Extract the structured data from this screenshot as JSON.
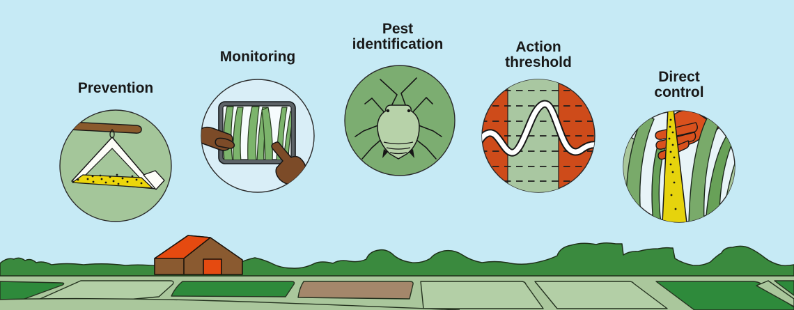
{
  "steps": [
    {
      "name": "prevention",
      "label_line1": "Prevention",
      "label_line2": "",
      "icon": "pheromone-trap-icon"
    },
    {
      "name": "monitoring",
      "label_line1": "Monitoring",
      "label_line2": "",
      "icon": "tablet-crop-photo-icon"
    },
    {
      "name": "pest-identification",
      "label_line1": "Pest",
      "label_line2": "identification",
      "icon": "aphid-icon"
    },
    {
      "name": "action-threshold",
      "label_line1": "Action",
      "label_line2": "threshold",
      "icon": "threshold-graph-icon"
    },
    {
      "name": "direct-control",
      "label_line1": "Direct",
      "label_line2": "control",
      "icon": "sticky-strip-hand-icon"
    }
  ],
  "palette": {
    "sky": "#c6eaf5",
    "circle_sage_green": "#a4c69a",
    "circle_dark_green": "#7cad71",
    "circle_light_blue": "#d9eef7",
    "circle_off_white": "#e8f4f8",
    "threshold_red": "#ce4b1a",
    "threshold_band_green": "#a9c7a1",
    "hedge_green": "#3a8a3e",
    "field_sage": "#aac79c",
    "field_sage_light": "#b3cfa6",
    "field_dark_green": "#2e8a3b",
    "field_brown": "#a4876b",
    "barn_brown": "#8a5a30",
    "roof_orange": "#e54a10",
    "trap_yellow": "#ecd60b",
    "strip_yellow": "#e6d30d",
    "hand_brown": "#7c4b28",
    "glove_orange": "#d9511d",
    "leaf_green": "#79aa6a",
    "leaf_green_dark": "#68a158",
    "leaf_sage": "#a9c79b",
    "tablet_gray": "#5d6367",
    "outline": "#161616",
    "text": "#181818"
  }
}
